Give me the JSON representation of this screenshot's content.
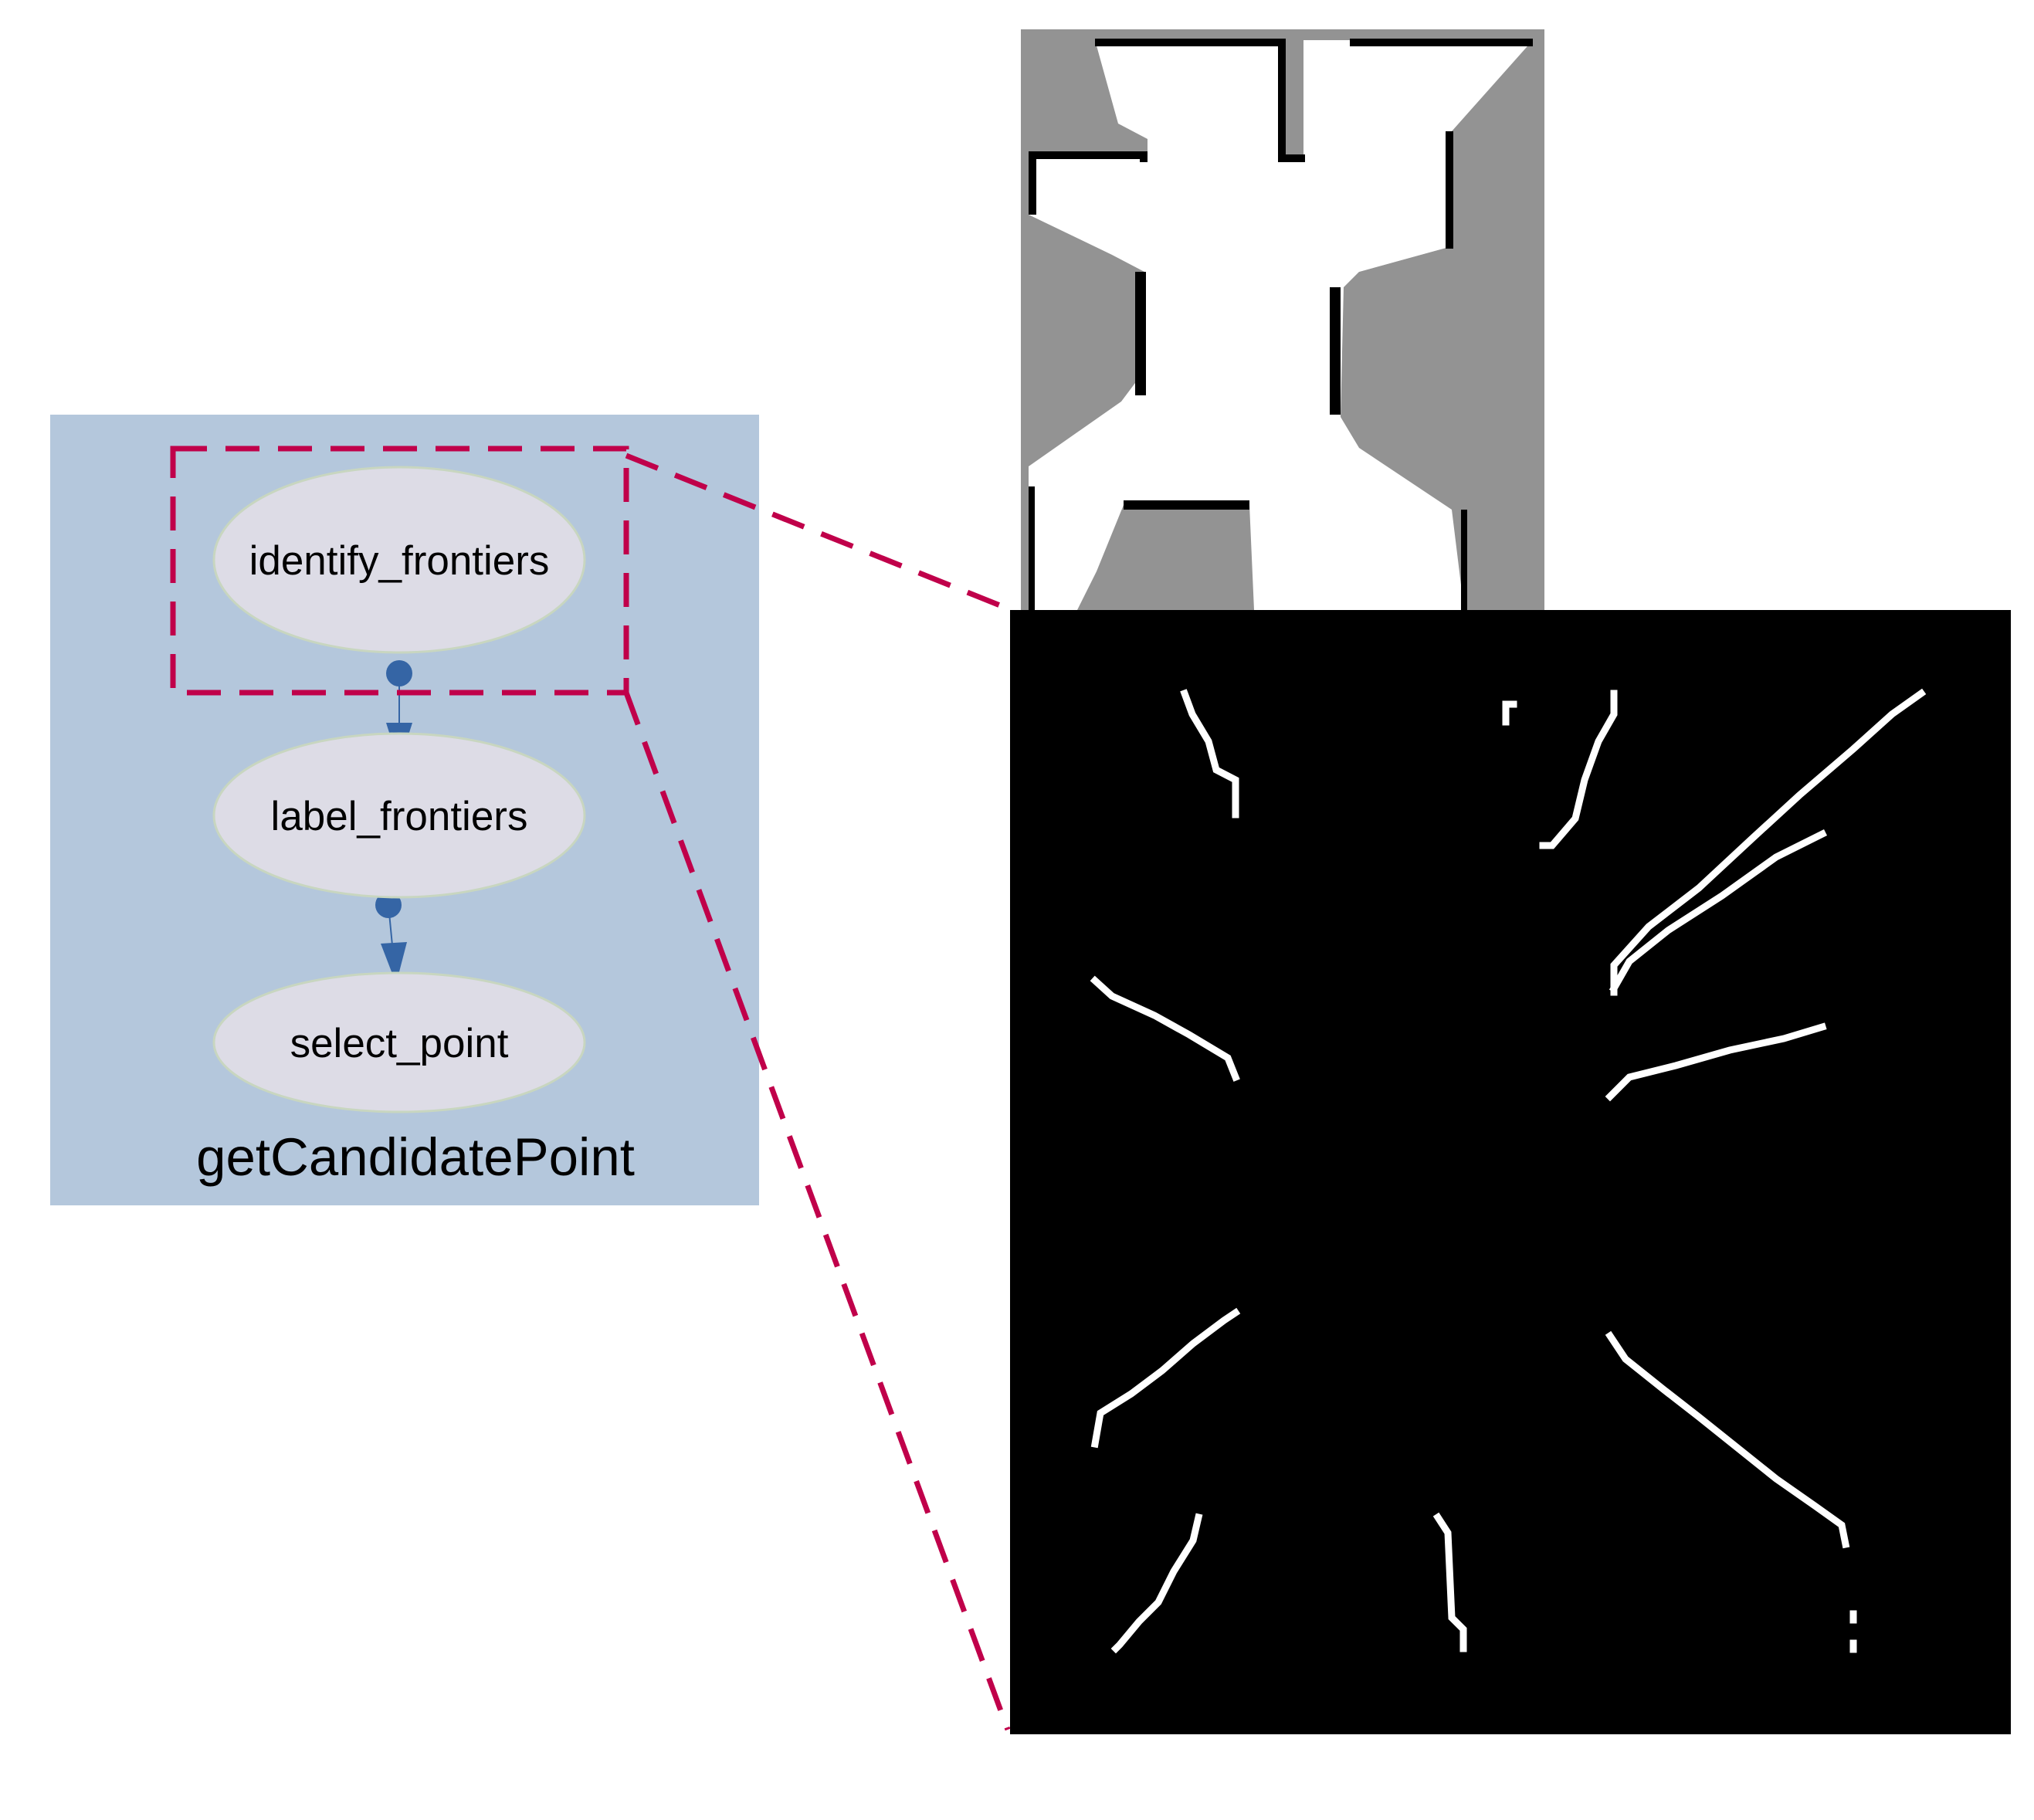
{
  "diagram": {
    "cluster": {
      "label": "getCandidatePoint"
    },
    "nodes": [
      {
        "id": "identify_frontiers",
        "label": "identify_frontiers"
      },
      {
        "id": "label_frontiers",
        "label": "label_frontiers"
      },
      {
        "id": "select_point",
        "label": "select_point"
      }
    ],
    "edges": [
      {
        "from": "identify_frontiers",
        "to": "label_frontiers"
      },
      {
        "from": "label_frontiers",
        "to": "select_point"
      }
    ]
  },
  "colors": {
    "cluster_fill": "#b4c7dc",
    "node_fill": "#dddce6",
    "node_border": "#c8d6c0",
    "edge": "#3565a5",
    "highlight": "#c0004a",
    "map_unknown": "#939393",
    "map_free": "#ffffff",
    "map_wall": "#000000",
    "frontier_bg": "#000000",
    "frontier_line": "#ffffff"
  }
}
